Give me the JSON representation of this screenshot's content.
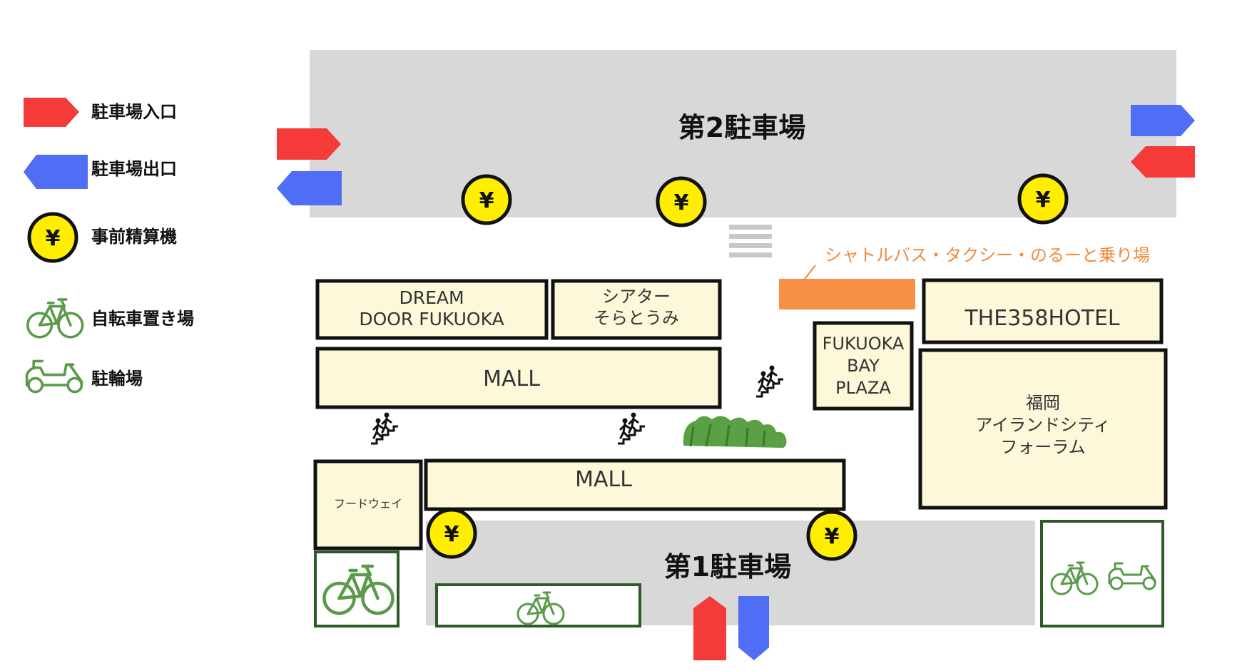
{
  "legend": {
    "entrance": "駐車場入口",
    "exit": "駐車場出口",
    "payment": "事前精算機",
    "bicycle": "自転車置き場",
    "motorbike": "駐輪場"
  },
  "lots": {
    "lot2": "第2駐車場",
    "lot1": "第1駐車場"
  },
  "yen_symbol": "¥",
  "shuttle_label": "シャトルバス・タクシー・のるーと乗り場",
  "buildings": {
    "dream_door_line1": "DREAM",
    "dream_door_line2": "DOOR FUKUOKA",
    "theater_line1": "シアター",
    "theater_line2": "そらとうみ",
    "mall_upper": "MALL",
    "mall_lower": "MALL",
    "bay_plaza_line1": "FUKUOKA",
    "bay_plaza_line2": "BAY",
    "bay_plaza_line3": "PLAZA",
    "hotel": "THE358HOTEL",
    "forum_line1": "福岡",
    "forum_line2": "アイランドシティ",
    "forum_line3": "フォーラム",
    "foodway": "フードウェイ"
  },
  "colors": {
    "entrance": "#f53a3a",
    "exit": "#4f6ef5",
    "parking": "#d8d8d8",
    "building": "#fcf8d9",
    "payment": "#ffee00",
    "shuttle": "#f78f45",
    "bike_border": "#2d5a27",
    "bike_icon": "#5a9a4a"
  },
  "icons": [
    "entrance-arrow-icon",
    "exit-arrow-icon",
    "yen-icon",
    "bicycle-icon",
    "scooter-icon",
    "stairs-icon",
    "shrub-icon",
    "crosswalk-icon"
  ]
}
